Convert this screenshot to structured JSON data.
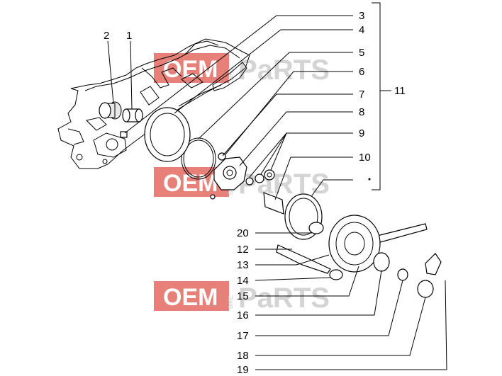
{
  "watermark": {
    "oem": "OEM",
    "bike": "BIKE",
    "parts": "PaRTS"
  },
  "callouts": [
    {
      "id": "1",
      "text": "1"
    },
    {
      "id": "2",
      "text": "2"
    },
    {
      "id": "3",
      "text": "3"
    },
    {
      "id": "4",
      "text": "4"
    },
    {
      "id": "5",
      "text": "5"
    },
    {
      "id": "6",
      "text": "6"
    },
    {
      "id": "7",
      "text": "7"
    },
    {
      "id": "8",
      "text": "8"
    },
    {
      "id": "9",
      "text": "9"
    },
    {
      "id": "10",
      "text": "10"
    },
    {
      "id": "11",
      "text": "11"
    },
    {
      "id": "12",
      "text": "12"
    },
    {
      "id": "13",
      "text": "13"
    },
    {
      "id": "14",
      "text": "14"
    },
    {
      "id": "15",
      "text": "15"
    },
    {
      "id": "16",
      "text": "16"
    },
    {
      "id": "17",
      "text": "17"
    },
    {
      "id": "18",
      "text": "18"
    },
    {
      "id": "19",
      "text": "19"
    },
    {
      "id": "20",
      "text": "20"
    }
  ]
}
